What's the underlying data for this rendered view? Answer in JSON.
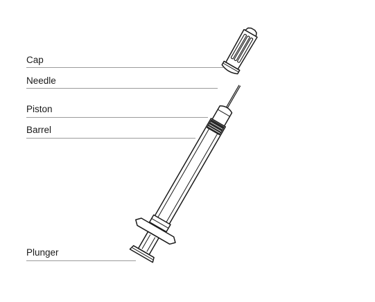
{
  "labels": {
    "cap": "Cap",
    "needle": "Needle",
    "piston": "Piston",
    "barrel": "Barrel",
    "plunger": "Plunger"
  },
  "colors": {
    "stroke": "#1a1a1a",
    "leader": "#9a9a9a",
    "background": "#ffffff"
  }
}
